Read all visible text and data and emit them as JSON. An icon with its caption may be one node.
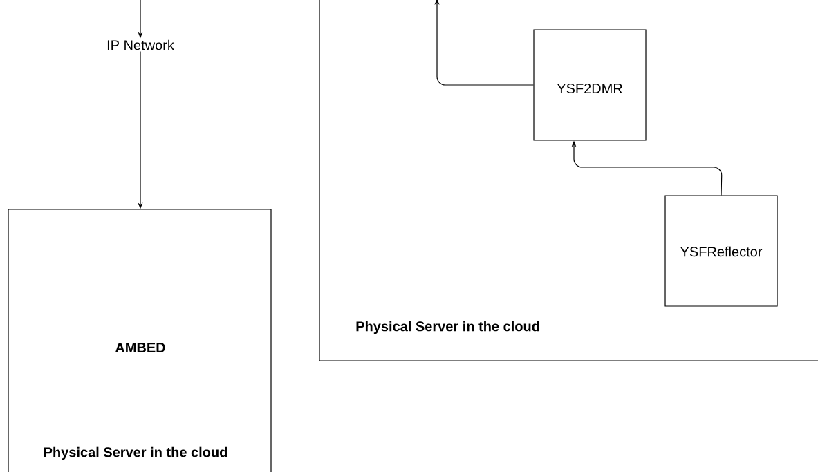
{
  "diagram": {
    "nodes": [
      {
        "text": [
          "IP Network"
        ]
      },
      {
        "text": [
          "AMBED",
          "Physical Server in the cloud"
        ]
      },
      {
        "text": [
          "Physical Server in the cloud"
        ]
      },
      {
        "text": [
          "YSF2DMR"
        ],
        "in": 2
      },
      {
        "text": [
          "YSFReflector"
        ],
        "in": 2
      }
    ],
    "edges": [
      {
        "from": null,
        "to": 0,
        "arrow": "to"
      },
      {
        "from": 0,
        "to": 1,
        "arrow": "to"
      },
      {
        "from": 4,
        "to": 3,
        "arrow": "to"
      },
      {
        "from": 3,
        "to": null,
        "arrow": "to"
      }
    ]
  }
}
